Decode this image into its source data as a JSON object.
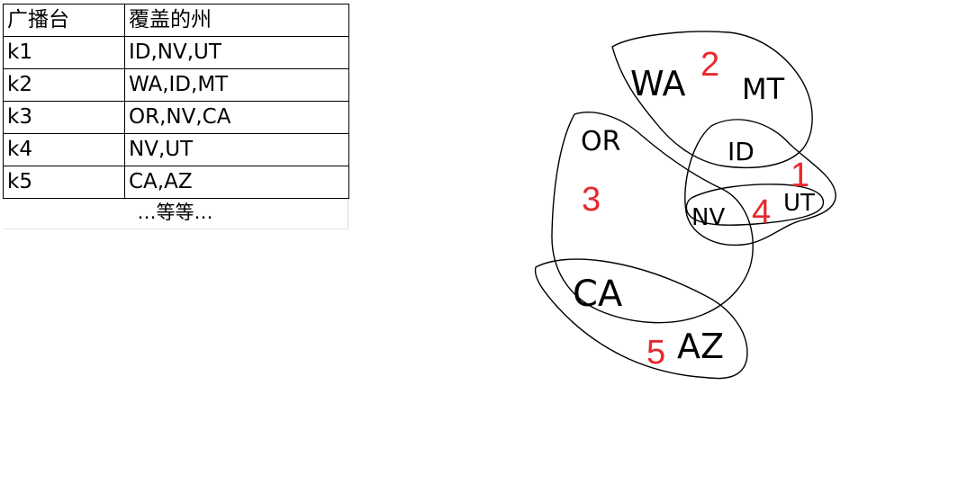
{
  "table": {
    "headers": [
      "广播台",
      "覆盖的州"
    ],
    "rows": [
      {
        "station": "k1",
        "states": "ID,NV,UT"
      },
      {
        "station": "k2",
        "states": "WA,ID,MT"
      },
      {
        "station": "k3",
        "states": "OR,NV,CA"
      },
      {
        "station": "k4",
        "states": "NV,UT"
      },
      {
        "station": "k5",
        "states": "CA,AZ"
      }
    ],
    "footer": "…等等…"
  },
  "diagram": {
    "state_labels": {
      "WA": "WA",
      "MT": "MT",
      "OR": "OR",
      "ID": "ID",
      "UT": "UT",
      "NV": "NV",
      "CA": "CA",
      "AZ": "AZ"
    },
    "region_numbers": {
      "n1": "1",
      "n2": "2",
      "n3": "3",
      "n4": "4",
      "n5": "5"
    },
    "number_color": "#e8282d",
    "stroke_color": "#000000"
  }
}
